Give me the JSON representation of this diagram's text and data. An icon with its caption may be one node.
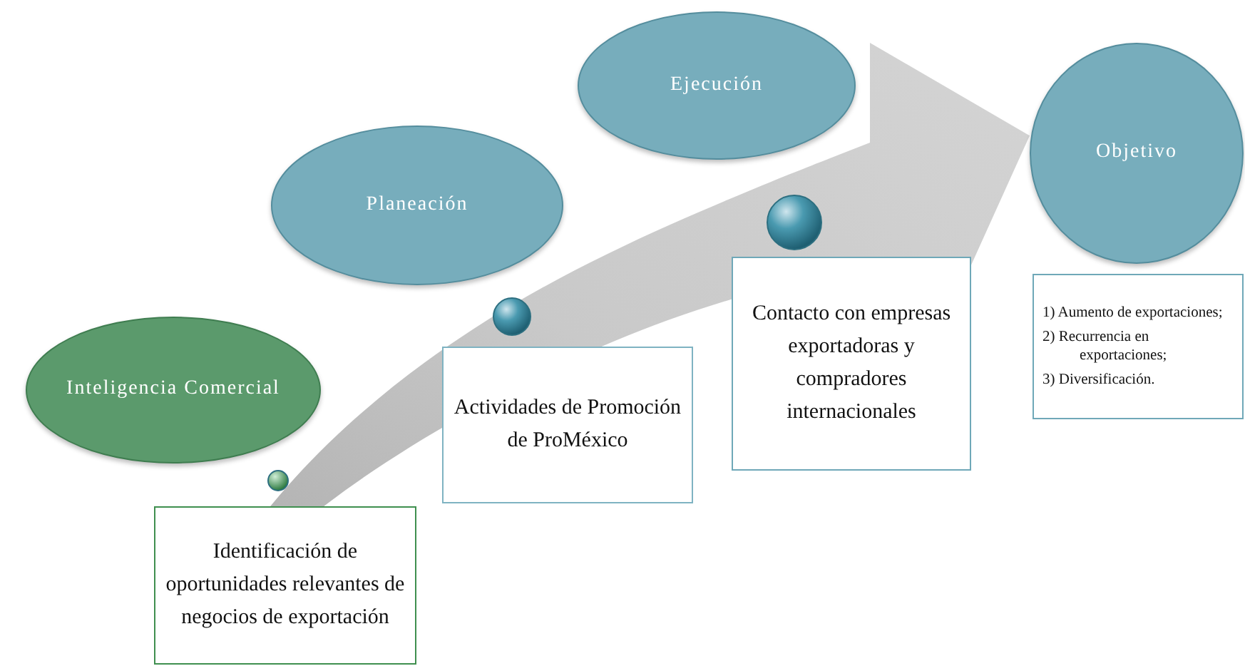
{
  "diagram": {
    "nodes": [
      {
        "text": [
          "Inteligencia Comercial"
        ]
      },
      {
        "text": [
          "Planeación"
        ]
      },
      {
        "text": [
          "Ejecución"
        ]
      },
      {
        "text": [
          "Objetivo"
        ]
      },
      {
        "text": [
          "Identificación de oportunidades relevantes de negocios de exportación"
        ]
      },
      {
        "text": [
          "Actividades de Promoción de ProMéxico"
        ]
      },
      {
        "text": [
          "Contacto con empresas exportadoras y compradores internacionales"
        ]
      },
      {
        "text": [
          "1) Aumento de exportaciones;",
          "2) Recurrencia en exportaciones;",
          "3) Diversificación."
        ]
      }
    ],
    "edges": [
      {
        "from": null,
        "to": 3,
        "arrow": "to",
        "style": "thick"
      }
    ]
  }
}
